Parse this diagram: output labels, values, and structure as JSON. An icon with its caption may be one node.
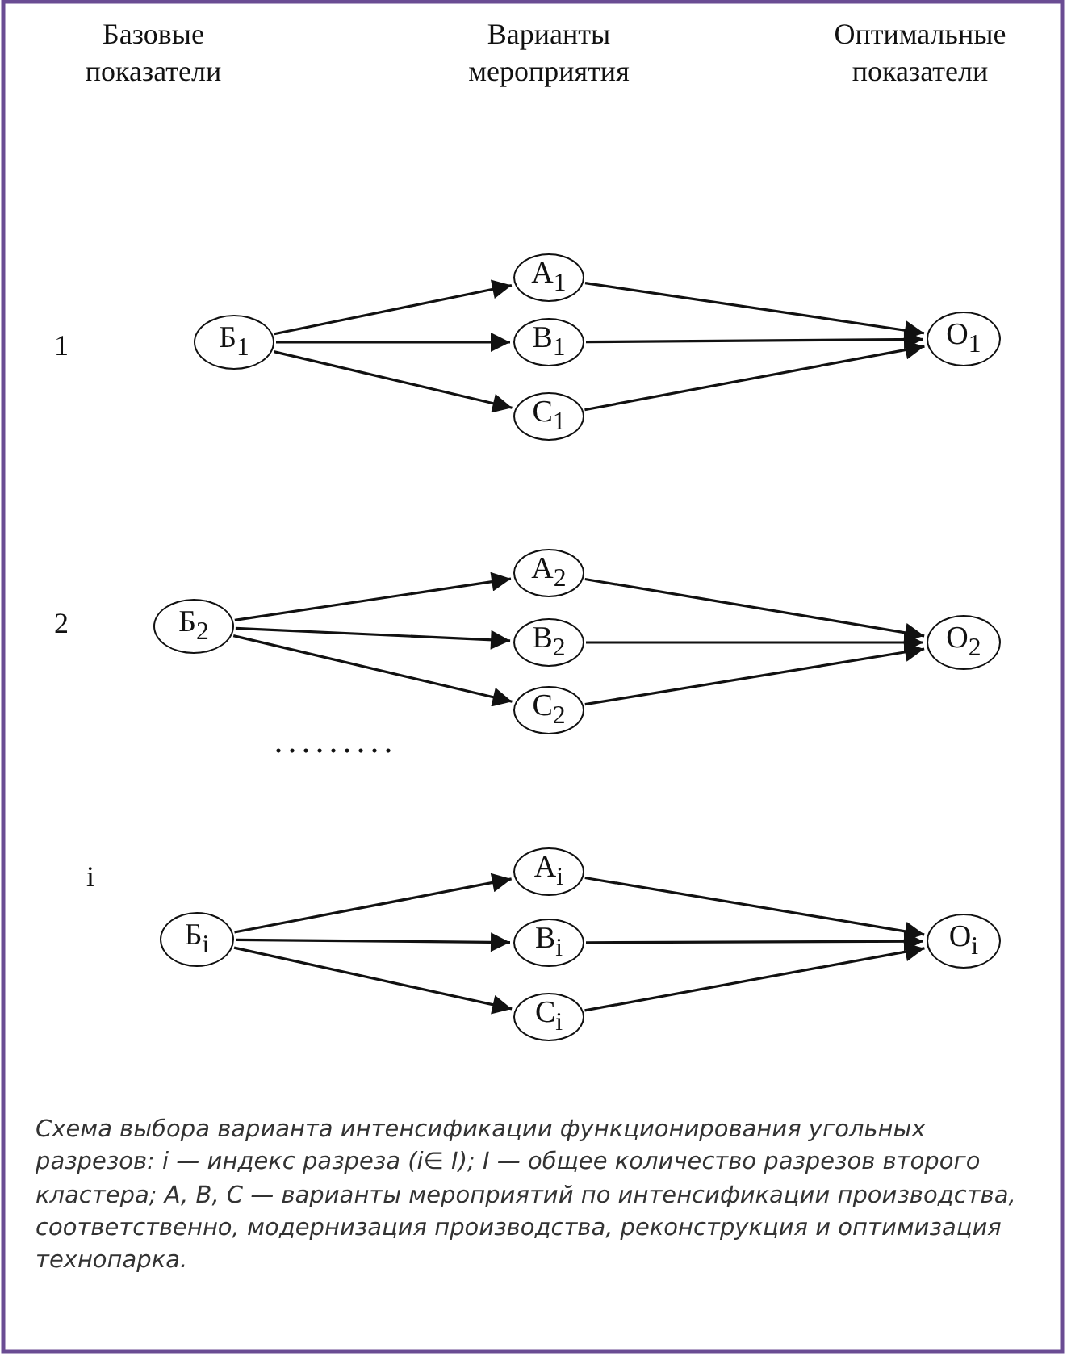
{
  "diagram": {
    "caption": "Схема выбора варианта интенсификации функционирования угольных разрезов: i — индекс разреза (i∈ I); I — общее количество разрезов второго кластера; A, B, C — варианты мероприятий по интенсификации производства, соответственно, модернизация производства, реконструкция и оптимизация технопарка.",
    "nodes": [
      {
        "text": [
          "Б$_{1}$"
        ]
      },
      {
        "text": [
          "A$_{1}$"
        ]
      },
      {
        "text": [
          "B$_{1}$"
        ]
      },
      {
        "text": [
          "C$_{1}$"
        ]
      },
      {
        "text": [
          "O$_{1}$"
        ]
      },
      {
        "text": [
          "Б$_{2}$"
        ]
      },
      {
        "text": [
          "A$_{2}$"
        ]
      },
      {
        "text": [
          "B$_{2}$"
        ]
      },
      {
        "text": [
          "C$_{2}$"
        ]
      },
      {
        "text": [
          "O$_{2}$"
        ]
      },
      {
        "text": [
          "Б$_{i}$"
        ]
      },
      {
        "text": [
          "A$_{i}$"
        ]
      },
      {
        "text": [
          "B$_{i}$"
        ]
      },
      {
        "text": [
          "C$_{i}$"
        ]
      },
      {
        "text": [
          "O$_{i}$"
        ]
      }
    ],
    "edges": [
      {
        "from": 0,
        "to": 1,
        "arrow": "to"
      },
      {
        "from": 0,
        "to": 2,
        "arrow": "to"
      },
      {
        "from": 0,
        "to": 3,
        "arrow": "to"
      },
      {
        "from": 1,
        "to": 4,
        "arrow": "to"
      },
      {
        "from": 2,
        "to": 4,
        "arrow": "to"
      },
      {
        "from": 3,
        "to": 4,
        "arrow": "to"
      },
      {
        "from": 5,
        "to": 6,
        "arrow": "to"
      },
      {
        "from": 5,
        "to": 7,
        "arrow": "to"
      },
      {
        "from": 5,
        "to": 8,
        "arrow": "to"
      },
      {
        "from": 6,
        "to": 9,
        "arrow": "to"
      },
      {
        "from": 7,
        "to": 9,
        "arrow": "to"
      },
      {
        "from": 8,
        "to": 9,
        "arrow": "to"
      },
      {
        "from": 10,
        "to": 11,
        "arrow": "to"
      },
      {
        "from": 10,
        "to": 12,
        "arrow": "to"
      },
      {
        "from": 10,
        "to": 13,
        "arrow": "to"
      },
      {
        "from": 11,
        "to": 14,
        "arrow": "to"
      },
      {
        "from": 12,
        "to": 14,
        "arrow": "to"
      },
      {
        "from": 13,
        "to": 14,
        "arrow": "to"
      }
    ],
    "labels": [
      "Базовые показатели",
      "Варианты мероприятия",
      "Оптимальные показатели",
      "1",
      "2",
      ".........",
      "i"
    ]
  }
}
